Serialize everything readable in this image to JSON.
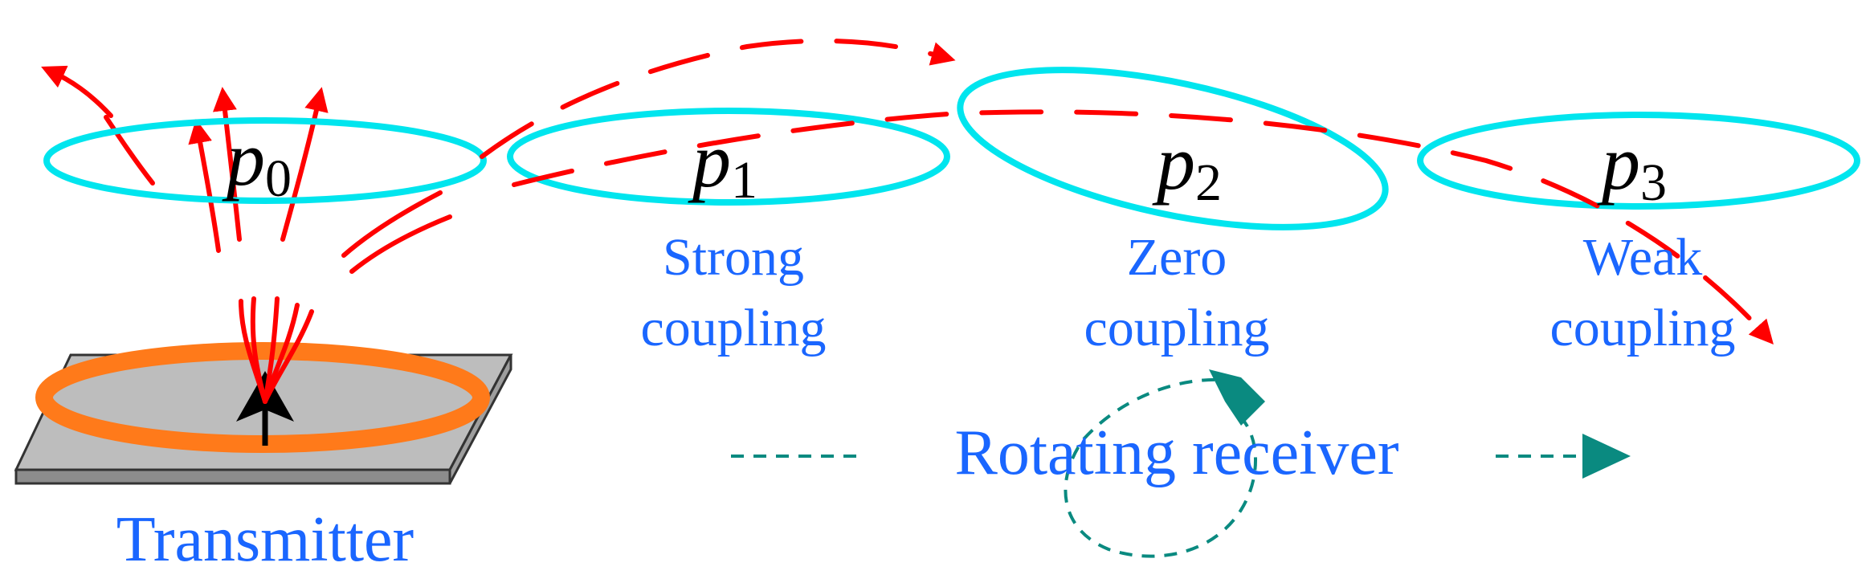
{
  "positions": [
    {
      "base": "p",
      "sub": "0"
    },
    {
      "base": "p",
      "sub": "1"
    },
    {
      "base": "p",
      "sub": "2"
    },
    {
      "base": "p",
      "sub": "3"
    }
  ],
  "couplings": [
    {
      "line1": "Strong",
      "line2": "coupling"
    },
    {
      "line1": "Zero",
      "line2": "coupling"
    },
    {
      "line1": "Weak",
      "line2": "coupling"
    }
  ],
  "transmitter_label": "Transmitter",
  "receiver_label": "Rotating receiver",
  "colors": {
    "receiver_ellipse": "#00e5ee",
    "field_line": "#ff0000",
    "coil": "#ff7a1a",
    "plate_top": "#bdbdbd",
    "plate_side": "#8c8c8c",
    "label_text": "#1a66ff",
    "rotation": "#0a8a80"
  }
}
